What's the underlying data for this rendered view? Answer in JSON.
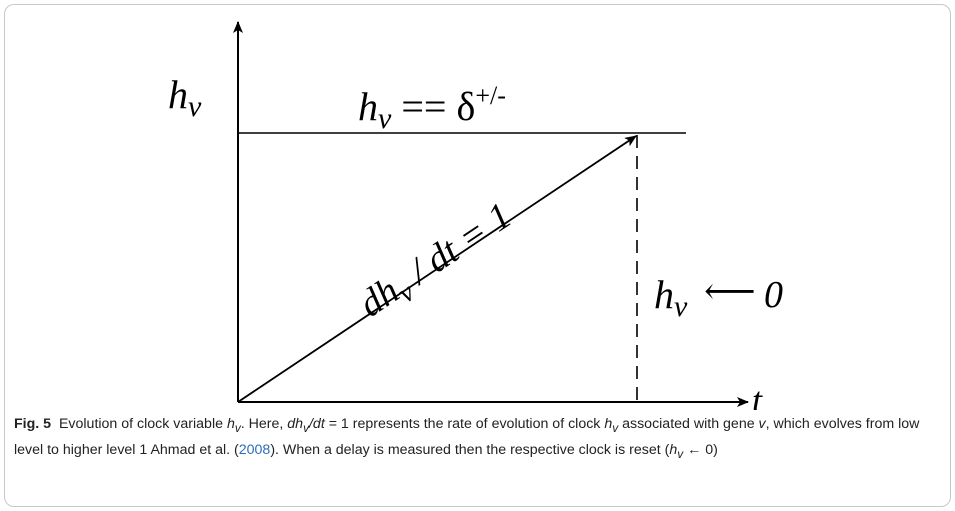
{
  "diagram": {
    "y_axis_label": {
      "base": "h",
      "sub": "v"
    },
    "x_axis_label": "t",
    "threshold_label": {
      "base": "h",
      "sub": "v",
      "op": " == ",
      "delta": "δ",
      "sup": "+/-"
    },
    "slope_label": {
      "prefix": "dh",
      "sub": "v",
      "rest": " / dt = 1"
    },
    "reset_label": {
      "base": "h",
      "sub": "v",
      "arrow": "⟵",
      "value": "0"
    }
  },
  "caption": {
    "fig_label": "Fig. 5",
    "p1": "Evolution of clock variable ",
    "v1_base": "h",
    "v1_sub": "v",
    "p2": ". Here, ",
    "v2_a": "dh",
    "v2_sub": "v",
    "v2_b": "/dt",
    "p3": " = 1 represents the rate of evolution of clock ",
    "v3_base": "h",
    "v3_sub": "v",
    "p4": " associated with gene ",
    "v4": "v",
    "p5": ", which evolves from low level to higher level 1 Ahmad et al. (",
    "ref_year": "2008",
    "p6": "). When a delay is measured then the respective clock is reset (",
    "v5_base": "h",
    "v5_sub": "v",
    "p7": " ← 0)"
  }
}
